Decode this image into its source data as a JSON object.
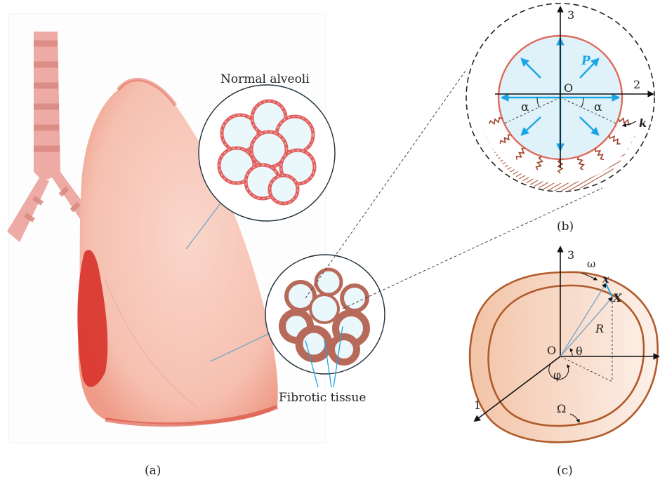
{
  "labels": {
    "normal_alveoli": "Normal alveoli",
    "fibrotic_tissue": "Fibrotic tissue"
  },
  "panel_b": {
    "axis_2": "2",
    "axis_3": "3",
    "origin": "O",
    "alpha_left": "α",
    "alpha_right": "α",
    "pressure": "P",
    "stiffness": "k"
  },
  "panel_c": {
    "axis_1": "1",
    "axis_3": "3",
    "origin": "O",
    "theta": "θ",
    "phi": "φ",
    "R": "R",
    "X": "X",
    "x": "x",
    "omega_small": "ω",
    "omega_big": "Ω"
  },
  "captions": {
    "a": "(a)",
    "b": "(b)",
    "c": "(c)"
  },
  "colors": {
    "lung": "#f6c4b6",
    "lung_dark": "#d9322a",
    "alveolus_fill": "#eaf7fb",
    "membrane": "#e06060",
    "arrow": "#1aa6e6",
    "fibrosis": "#b86a5a",
    "spring": "#a0422a",
    "tissue": "#b85a30"
  }
}
